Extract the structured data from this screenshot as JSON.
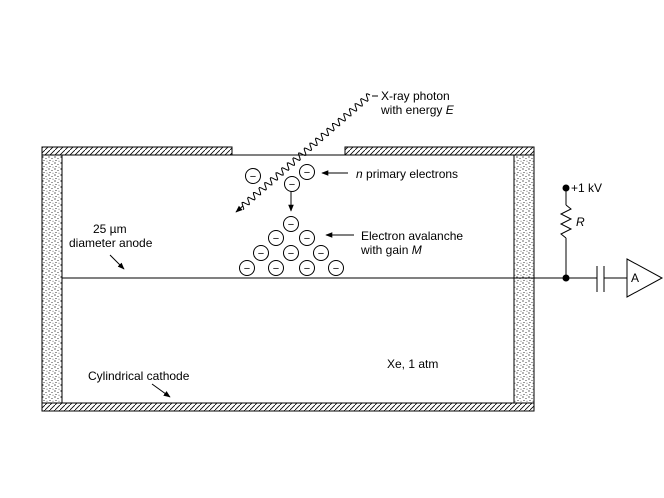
{
  "labels": {
    "photon_line1": "X-ray photon",
    "photon_line2_prefix": "with energy ",
    "photon_line2_var": "E",
    "primary_var": "n",
    "primary_suffix": " primary electrons",
    "anode_line1": "25 µm",
    "anode_line2": "diameter anode",
    "avalanche_line1": "Electron avalanche",
    "avalanche_line2_prefix": "with gain ",
    "avalanche_line2_var": "M",
    "voltage": "+1 kV",
    "resistor": "R",
    "amplifier": "A",
    "gas": "Xe, 1 atm",
    "cathode": "Cylindrical cathode"
  },
  "electron_symbol": "−"
}
